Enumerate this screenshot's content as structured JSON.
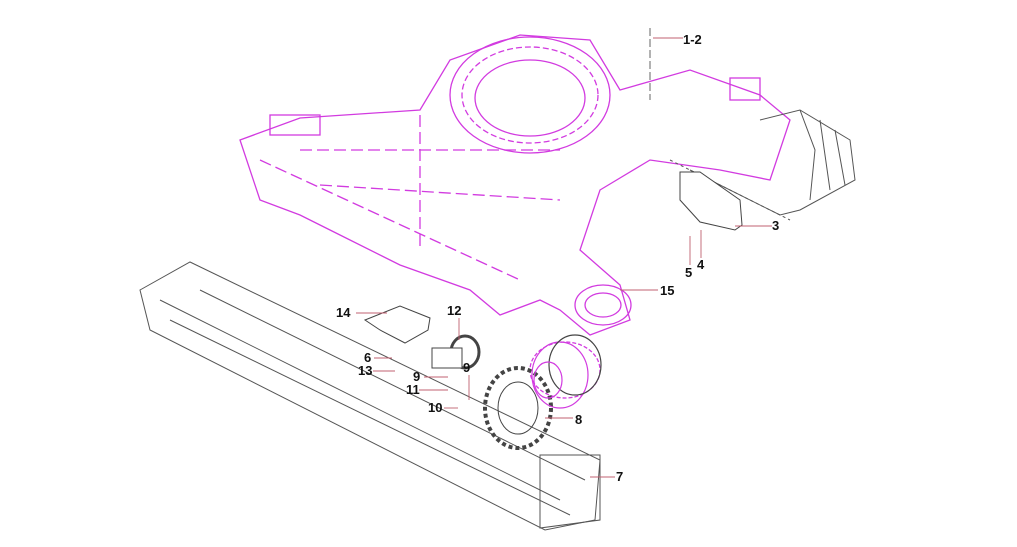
{
  "diagram": {
    "colors": {
      "frame": "#d23be0",
      "parts": "#6b6b6b",
      "leader": "#c06070",
      "text": "#111111"
    },
    "callouts": [
      {
        "id": "c12",
        "label": "1-2"
      },
      {
        "id": "c3",
        "label": "3"
      },
      {
        "id": "c4",
        "label": "4"
      },
      {
        "id": "c5",
        "label": "5"
      },
      {
        "id": "c15",
        "label": "15"
      },
      {
        "id": "c14",
        "label": "14"
      },
      {
        "id": "c12b",
        "label": "12"
      },
      {
        "id": "c6",
        "label": "6"
      },
      {
        "id": "c13",
        "label": "13"
      },
      {
        "id": "c9a",
        "label": "9"
      },
      {
        "id": "c9b",
        "label": "9"
      },
      {
        "id": "c11",
        "label": "11"
      },
      {
        "id": "c10",
        "label": "10"
      },
      {
        "id": "c8",
        "label": "8"
      },
      {
        "id": "c7",
        "label": "7"
      }
    ]
  }
}
